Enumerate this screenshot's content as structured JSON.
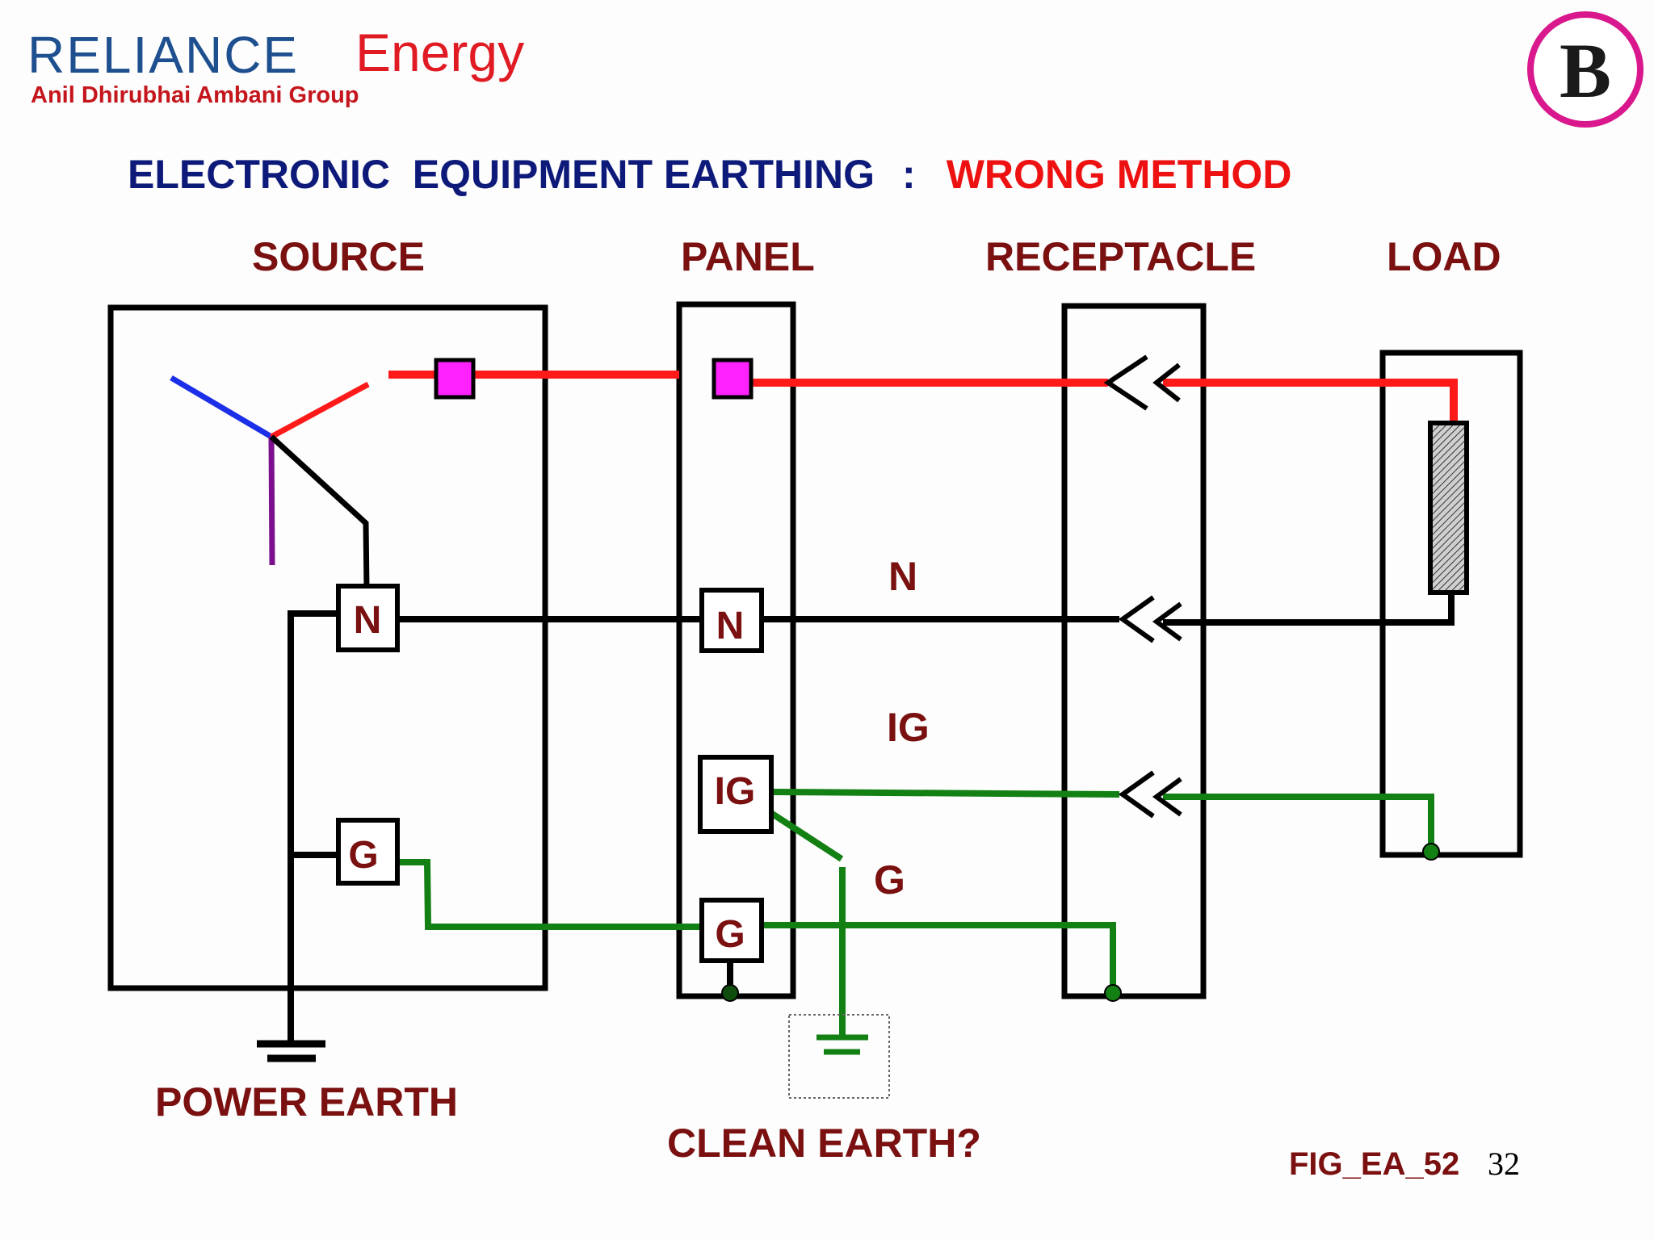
{
  "brand": {
    "name_main": "RELIANCE",
    "name_energy": "Energy",
    "group": "Anil Dhirubhai Ambani Group",
    "badge_letter": "B"
  },
  "title": {
    "part1": "ELECTRONIC  EQUIPMENT EARTHING",
    "separator": ":",
    "part2": "WRONG METHOD"
  },
  "sections": {
    "source": "SOURCE",
    "panel": "PANEL",
    "receptacle": "RECEPTACLE",
    "load": "LOAD"
  },
  "terminals": {
    "source_n": "N",
    "source_g": "G",
    "panel_n": "N",
    "panel_ig": "IG",
    "panel_g": "G"
  },
  "wire_labels": {
    "n": "N",
    "ig": "IG",
    "g": "G"
  },
  "earth_labels": {
    "power": "POWER EARTH",
    "clean": "CLEAN EARTH?"
  },
  "footer": {
    "fig": "FIG_EA_52",
    "page": "32"
  },
  "colors": {
    "dark_red_text": "#7a1010",
    "navy_text": "#0d1a7a",
    "red_text": "#ee1111",
    "live_wire": "#ff1a1a",
    "ground_wire": "#138013",
    "fuse": "#ff22ff",
    "badge_ring": "#d8188c",
    "brand_blue": "#1e4f8f",
    "brand_red": "#e01b24"
  }
}
